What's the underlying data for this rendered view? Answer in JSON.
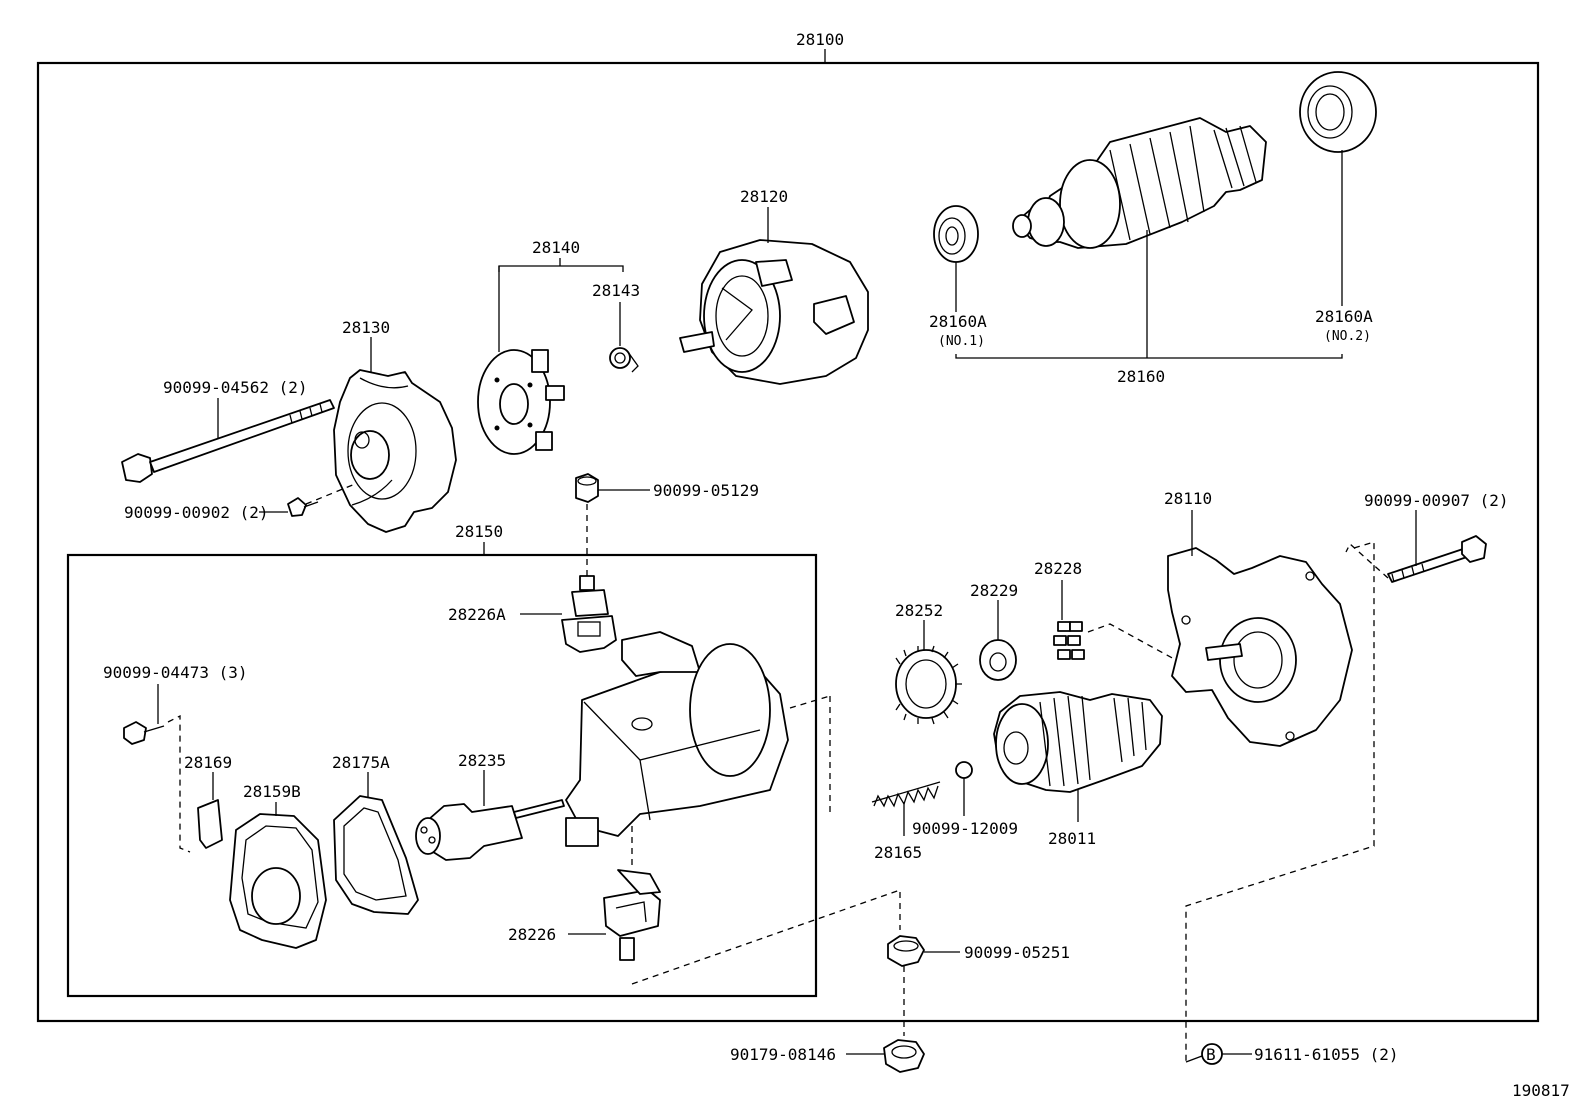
{
  "diagram": {
    "figure_id": "190817",
    "assembly": {
      "number": "28100"
    },
    "sub_assembly": {
      "number": "28150"
    },
    "parts": [
      {
        "key": "p28130",
        "number": "28130"
      },
      {
        "key": "p28140",
        "number": "28140"
      },
      {
        "key": "p28143",
        "number": "28143"
      },
      {
        "key": "p28120",
        "number": "28120"
      },
      {
        "key": "p28160",
        "number": "28160"
      },
      {
        "key": "p28160a1",
        "number": "28160A",
        "note": "(NO.1)"
      },
      {
        "key": "p28160a2",
        "number": "28160A",
        "note": "(NO.2)"
      },
      {
        "key": "p90099_04562",
        "number": "90099-04562",
        "qty": "(2)"
      },
      {
        "key": "p90099_00902",
        "number": "90099-00902",
        "qty": "(2)"
      },
      {
        "key": "p90099_05129",
        "number": "90099-05129"
      },
      {
        "key": "p28226a",
        "number": "28226A"
      },
      {
        "key": "p90099_04473",
        "number": "90099-04473",
        "qty": "(3)"
      },
      {
        "key": "p28169",
        "number": "28169"
      },
      {
        "key": "p28159b",
        "number": "28159B"
      },
      {
        "key": "p28175a",
        "number": "28175A"
      },
      {
        "key": "p28235",
        "number": "28235"
      },
      {
        "key": "p28226",
        "number": "28226"
      },
      {
        "key": "p28252",
        "number": "28252"
      },
      {
        "key": "p28229",
        "number": "28229"
      },
      {
        "key": "p28228",
        "number": "28228"
      },
      {
        "key": "p28110",
        "number": "28110"
      },
      {
        "key": "p90099_00907",
        "number": "90099-00907",
        "qty": "(2)"
      },
      {
        "key": "p28165",
        "number": "28165"
      },
      {
        "key": "p90099_12009",
        "number": "90099-12009"
      },
      {
        "key": "p28011",
        "number": "28011"
      },
      {
        "key": "p90099_05251",
        "number": "90099-05251"
      },
      {
        "key": "p90179_08146",
        "number": "90179-08146"
      },
      {
        "key": "p91611_61055",
        "number": "91611-61055",
        "qty": "(2)",
        "marker": "B"
      }
    ]
  }
}
